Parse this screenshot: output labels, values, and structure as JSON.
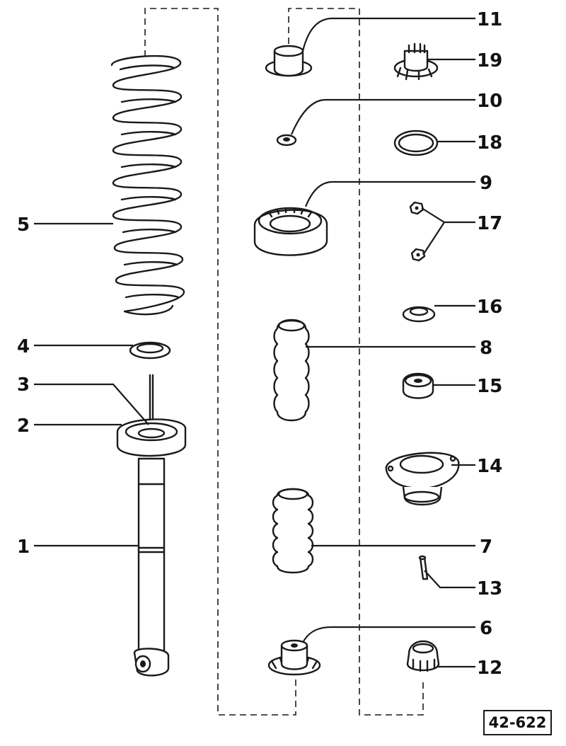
{
  "figure_code": "42-622",
  "callouts": {
    "c1": "1",
    "c2": "2",
    "c3": "3",
    "c4": "4",
    "c5": "5",
    "c6": "6",
    "c7": "7",
    "c8": "8",
    "c9": "9",
    "c10": "10",
    "c11": "11",
    "c12": "12",
    "c13": "13",
    "c14": "14",
    "c15": "15",
    "c16": "16",
    "c17": "17",
    "c18": "18",
    "c19": "19"
  }
}
